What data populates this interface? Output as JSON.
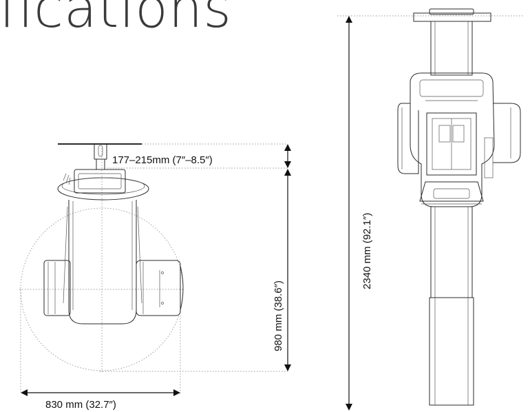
{
  "heading": "fications",
  "dimensions": {
    "shaft_travel": "177–215mm (7″–8.5″)",
    "depth": "980 mm (38.6″)",
    "width": "830 mm (32.7″)",
    "height": "2340 mm (92.1″)"
  }
}
